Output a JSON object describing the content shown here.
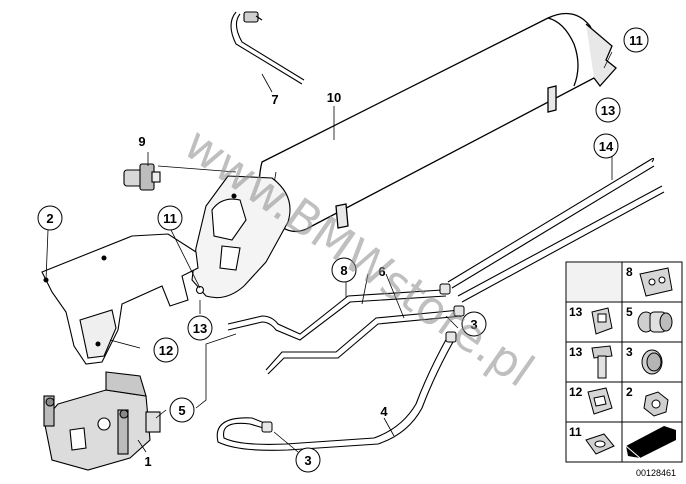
{
  "watermark": "www.BMWstore.pl",
  "diagram_code": "00128461",
  "callouts": {
    "c1": "1",
    "c2": "2",
    "c3a": "3",
    "c3b": "3",
    "c4": "4",
    "c5": "5",
    "c6": "6",
    "c7": "7",
    "c8": "8",
    "c9": "9",
    "c10": "10",
    "c11a": "11",
    "c11b": "11",
    "c12": "12",
    "c13a": "13",
    "c13b": "13",
    "c14": "14"
  },
  "parts_table": {
    "r1_right": "8",
    "r2_left": "13",
    "r2_right": "5",
    "r3_left": "13",
    "r3_right": "3",
    "r4_left": "12",
    "r4_right": "2",
    "r5_left": "11"
  }
}
